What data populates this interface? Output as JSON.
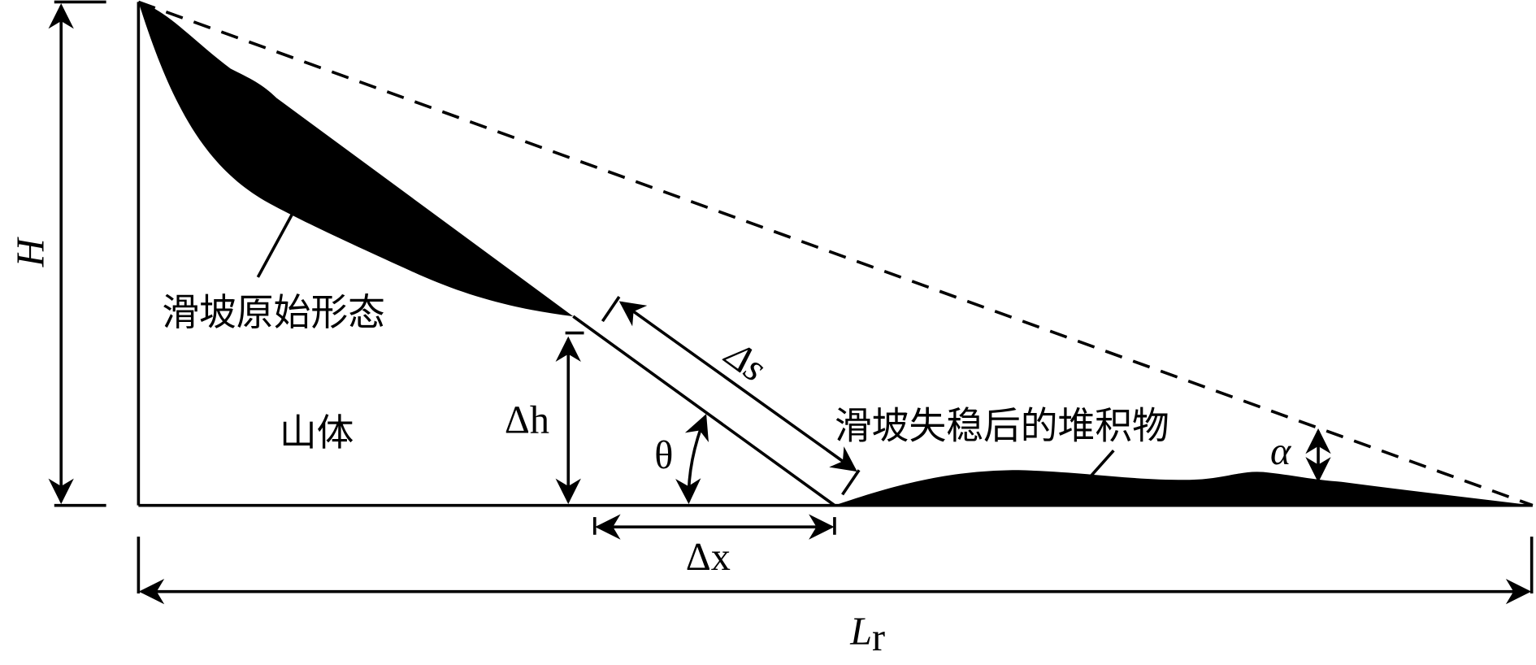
{
  "labels": {
    "height": "H",
    "original_landslide": "滑坡原始形态",
    "mountain": "山体",
    "delta_h": "Δh",
    "theta": "θ",
    "delta_x": "Δx",
    "delta_s": "Δs",
    "deposit": "滑坡失稳后的堆积物",
    "alpha": "α",
    "runout_L": "L",
    "runout_sub": "r"
  },
  "colors": {
    "ink": "#000000",
    "background": "#ffffff"
  }
}
